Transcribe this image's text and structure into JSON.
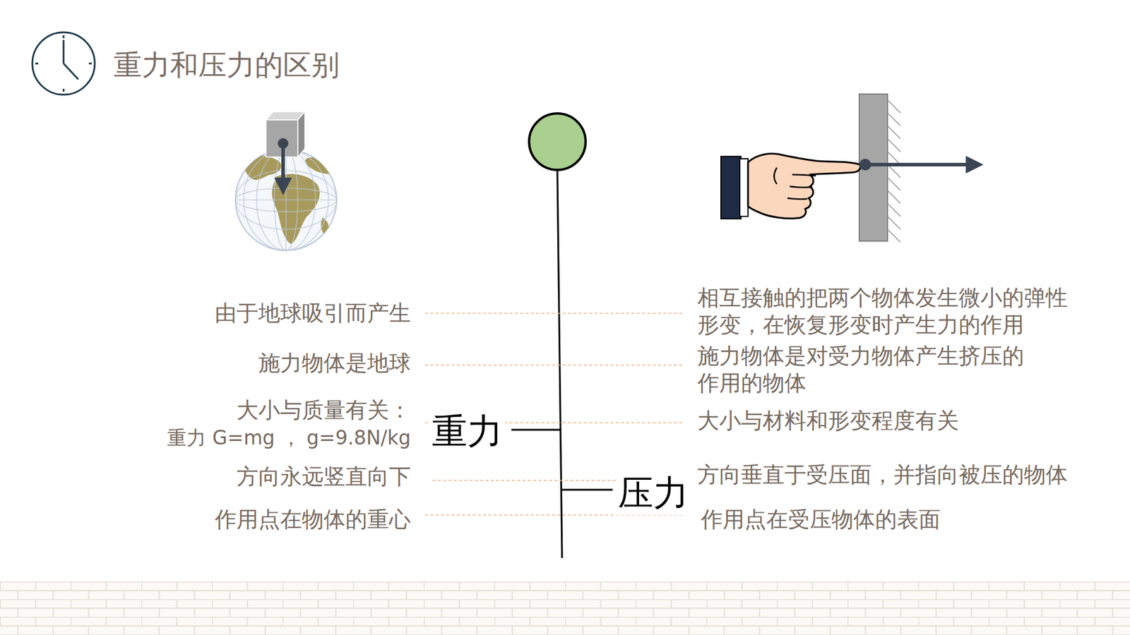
{
  "diagram": {
    "title": "重力和压力的区别",
    "labels": [
      "由于地球吸引而产生",
      "相互接触的把两个物体发生微小的弹性 形变，在恢复形变时产生力的作用",
      "施力物体是地球",
      "施力物体是对受力物体产生挤压的 作用的物体",
      "大小与质量有关：",
      "重力 G=mg ， g=9.8N/kg",
      "大小与材料和形变程度有关",
      "方向永远竖直向下",
      "方向垂直于受压面，并指向被压的物体",
      "作用点在物体的重心",
      "作用点在受压物体的表面",
      "重力",
      "压力"
    ]
  }
}
